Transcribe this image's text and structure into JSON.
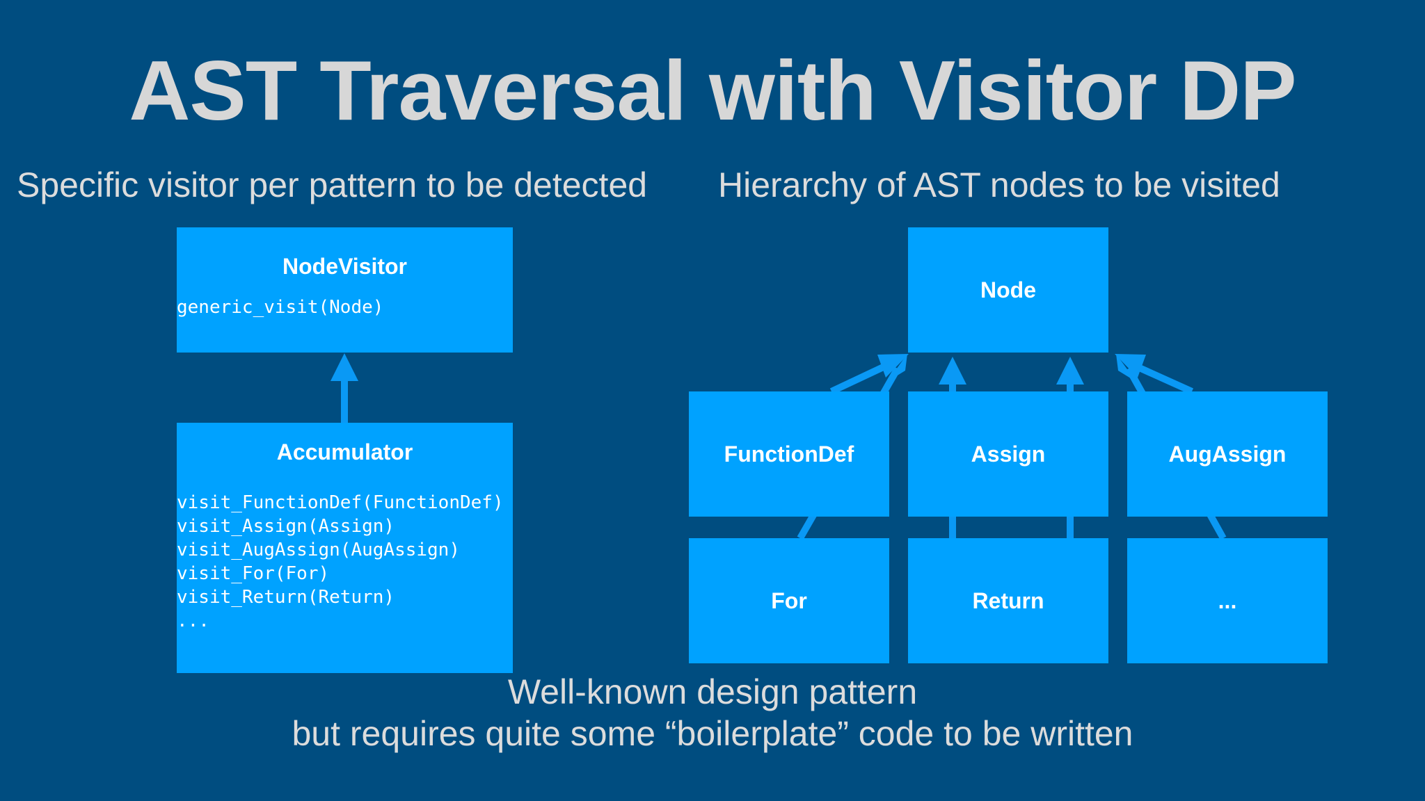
{
  "slide": {
    "title": "AST Traversal with Visitor DP",
    "left_heading": "Specific visitor per pattern to be detected",
    "right_heading": "Hierarchy of AST nodes to be visited",
    "footer_line1": "Well-known design pattern",
    "footer_line2": "but requires quite some “boilerplate” code to be written"
  },
  "visitor_diagram": {
    "base": {
      "name": "NodeVisitor",
      "methods": [
        "generic_visit(Node)"
      ]
    },
    "sub": {
      "name": "Accumulator",
      "methods": [
        "visit_FunctionDef(FunctionDef)",
        "visit_Assign(Assign)",
        "visit_AugAssign(AugAssign)",
        "visit_For(For)",
        "visit_Return(Return)",
        "..."
      ]
    }
  },
  "ast_diagram": {
    "root": "Node",
    "row1": [
      "FunctionDef",
      "Assign",
      "AugAssign"
    ],
    "row2": [
      "For",
      "Return",
      "..."
    ]
  },
  "colors": {
    "background": "#004d80",
    "box": "#00a2ff",
    "arrow": "#0a99f5",
    "text": "#dcdcdc"
  }
}
